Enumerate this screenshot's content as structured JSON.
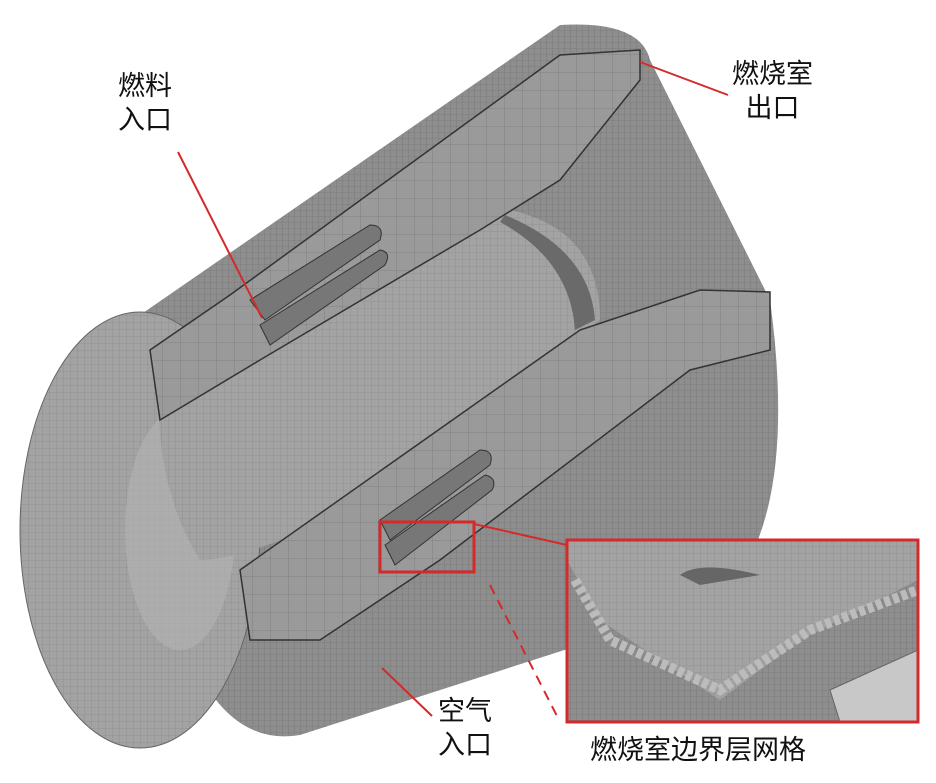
{
  "figure": {
    "labels": {
      "fuel_inlet": [
        "燃料",
        "入口"
      ],
      "combustor_outlet": [
        "燃烧室",
        "出口"
      ],
      "air_inlet": [
        "空气",
        "入口"
      ],
      "boundary_layer_mesh": "燃烧室边界层网格"
    },
    "colors": {
      "annotation": "#d42a2a",
      "mesh_surface": "#8c8c8c",
      "mesh_dark": "#5a5a5a"
    }
  }
}
